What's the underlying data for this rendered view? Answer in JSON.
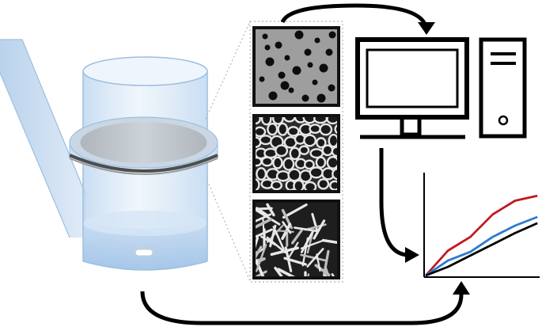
{
  "diagram": {
    "type": "workflow-illustration",
    "colors": {
      "background": "#ffffff",
      "glass": "#cfe2f3",
      "glass_edge": "#9dbfdf",
      "liquid": "#a9c9ea",
      "ring": "#555555",
      "arrow": "#000000",
      "sample_panel_dot_bg": "#9e9e9e",
      "series_red": "#c0191f",
      "series_blue": "#2a7bd4",
      "series_black": "#000000"
    },
    "icons": [
      "beaker-icon",
      "stir-bar-icon",
      "computer-monitor-icon",
      "computer-tower-icon",
      "line-chart-icon"
    ],
    "sample_panels": [
      {
        "name": "dispersed-droplets",
        "pattern": "dots"
      },
      {
        "name": "open-porous-network",
        "pattern": "foam"
      },
      {
        "name": "fibrous-network",
        "pattern": "fibers"
      }
    ],
    "arrows": [
      {
        "name": "arrow-samples-to-computer"
      },
      {
        "name": "arrow-computer-to-chart"
      },
      {
        "name": "arrow-beaker-to-chart"
      }
    ]
  },
  "chart_data": {
    "type": "line",
    "title": "",
    "xlabel": "",
    "ylabel": "",
    "x": [
      0,
      1,
      2,
      3,
      4,
      5
    ],
    "xlim": [
      0,
      5.1
    ],
    "ylim": [
      0,
      4
    ],
    "grid": false,
    "legend": "none",
    "series": [
      {
        "color": "#c0191f",
        "values": [
          0,
          1.0,
          1.55,
          2.45,
          3.0,
          3.2
        ]
      },
      {
        "color": "#2a7bd4",
        "values": [
          0,
          0.6,
          0.95,
          1.55,
          2.0,
          2.35
        ]
      },
      {
        "color": "#000000",
        "values": [
          0,
          0.35,
          0.8,
          1.25,
          1.7,
          2.1
        ]
      }
    ]
  }
}
